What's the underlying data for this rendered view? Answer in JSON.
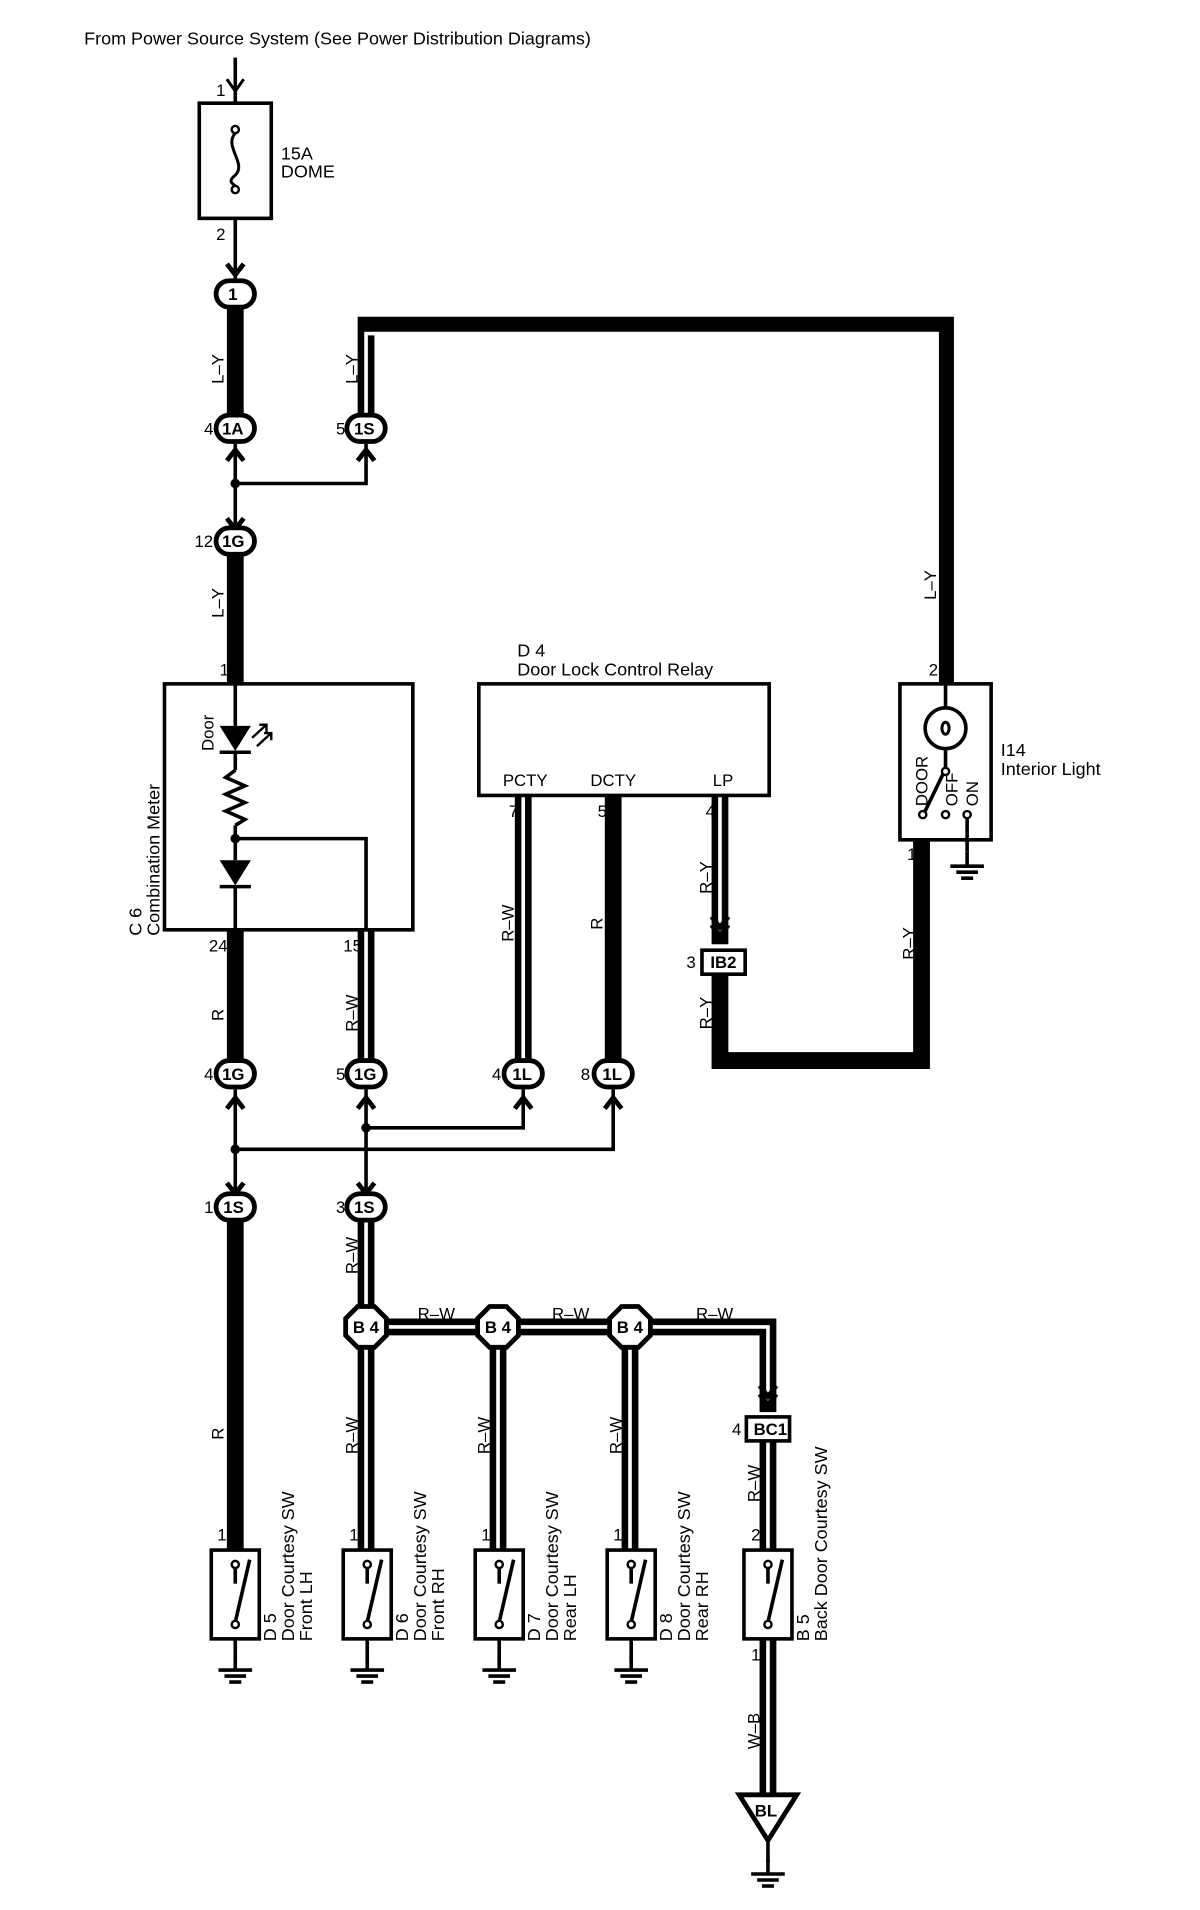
{
  "header": "From Power Source System (See Power Distribution Diagrams)",
  "fuse": {
    "rating": "15A",
    "name": "DOME",
    "pin_in": "1",
    "pin_out": "2"
  },
  "connectors": {
    "c1": "1",
    "c1A": {
      "label": "1A",
      "pin": "4"
    },
    "c1S_top": {
      "label": "1S",
      "pin": "5"
    },
    "c1G_top": {
      "label": "1G",
      "pin": "12"
    },
    "c1G_a": {
      "label": "1G",
      "pin": "4"
    },
    "c1G_b": {
      "label": "1G",
      "pin": "5"
    },
    "c1L_a": {
      "label": "1L",
      "pin": "4"
    },
    "c1L_b": {
      "label": "1L",
      "pin": "8"
    },
    "c1S_a": {
      "label": "1S",
      "pin": "1"
    },
    "c1S_b": {
      "label": "1S",
      "pin": "3"
    },
    "ib2": {
      "label": "IB2",
      "pin": "3"
    },
    "bc1": {
      "label": "BC1",
      "pin": "4"
    },
    "b4": "B 4",
    "bl": "BL"
  },
  "wire_colors": {
    "ly": "L–Y",
    "r": "R",
    "rw": "R–W",
    "ry": "R–Y",
    "wb": "W–B"
  },
  "meter": {
    "code": "C 6",
    "name": "Combination Meter",
    "door": "Door",
    "pin_top": "1",
    "pin_a": "24",
    "pin_b": "15"
  },
  "relay": {
    "code": "D 4",
    "name": "Door Lock Control Relay",
    "pcty": "PCTY",
    "dcty": "DCTY",
    "lp": "LP",
    "pin_pcty": "7",
    "pin_dcty": "5",
    "pin_lp": "4"
  },
  "interior_light": {
    "code": "I14",
    "name": "Interior Light",
    "door": "DOOR",
    "off": "OFF",
    "on": "ON",
    "pin_top": "2",
    "pin_bottom": "1"
  },
  "switches": [
    {
      "code": "D 5",
      "name": "Door Courtesy SW",
      "side": "Front LH",
      "pin_top": "1"
    },
    {
      "code": "D 6",
      "name": "Door Courtesy SW",
      "side": "Front RH",
      "pin_top": "1"
    },
    {
      "code": "D 7",
      "name": "Door Courtesy SW",
      "side": "Rear LH",
      "pin_top": "1"
    },
    {
      "code": "D 8",
      "name": "Door Courtesy SW",
      "side": "Rear RH",
      "pin_top": "1"
    },
    {
      "code": "B 5",
      "name": "Back Door Courtesy SW",
      "side": "",
      "pin_top": "2",
      "pin_bottom": "1"
    }
  ]
}
